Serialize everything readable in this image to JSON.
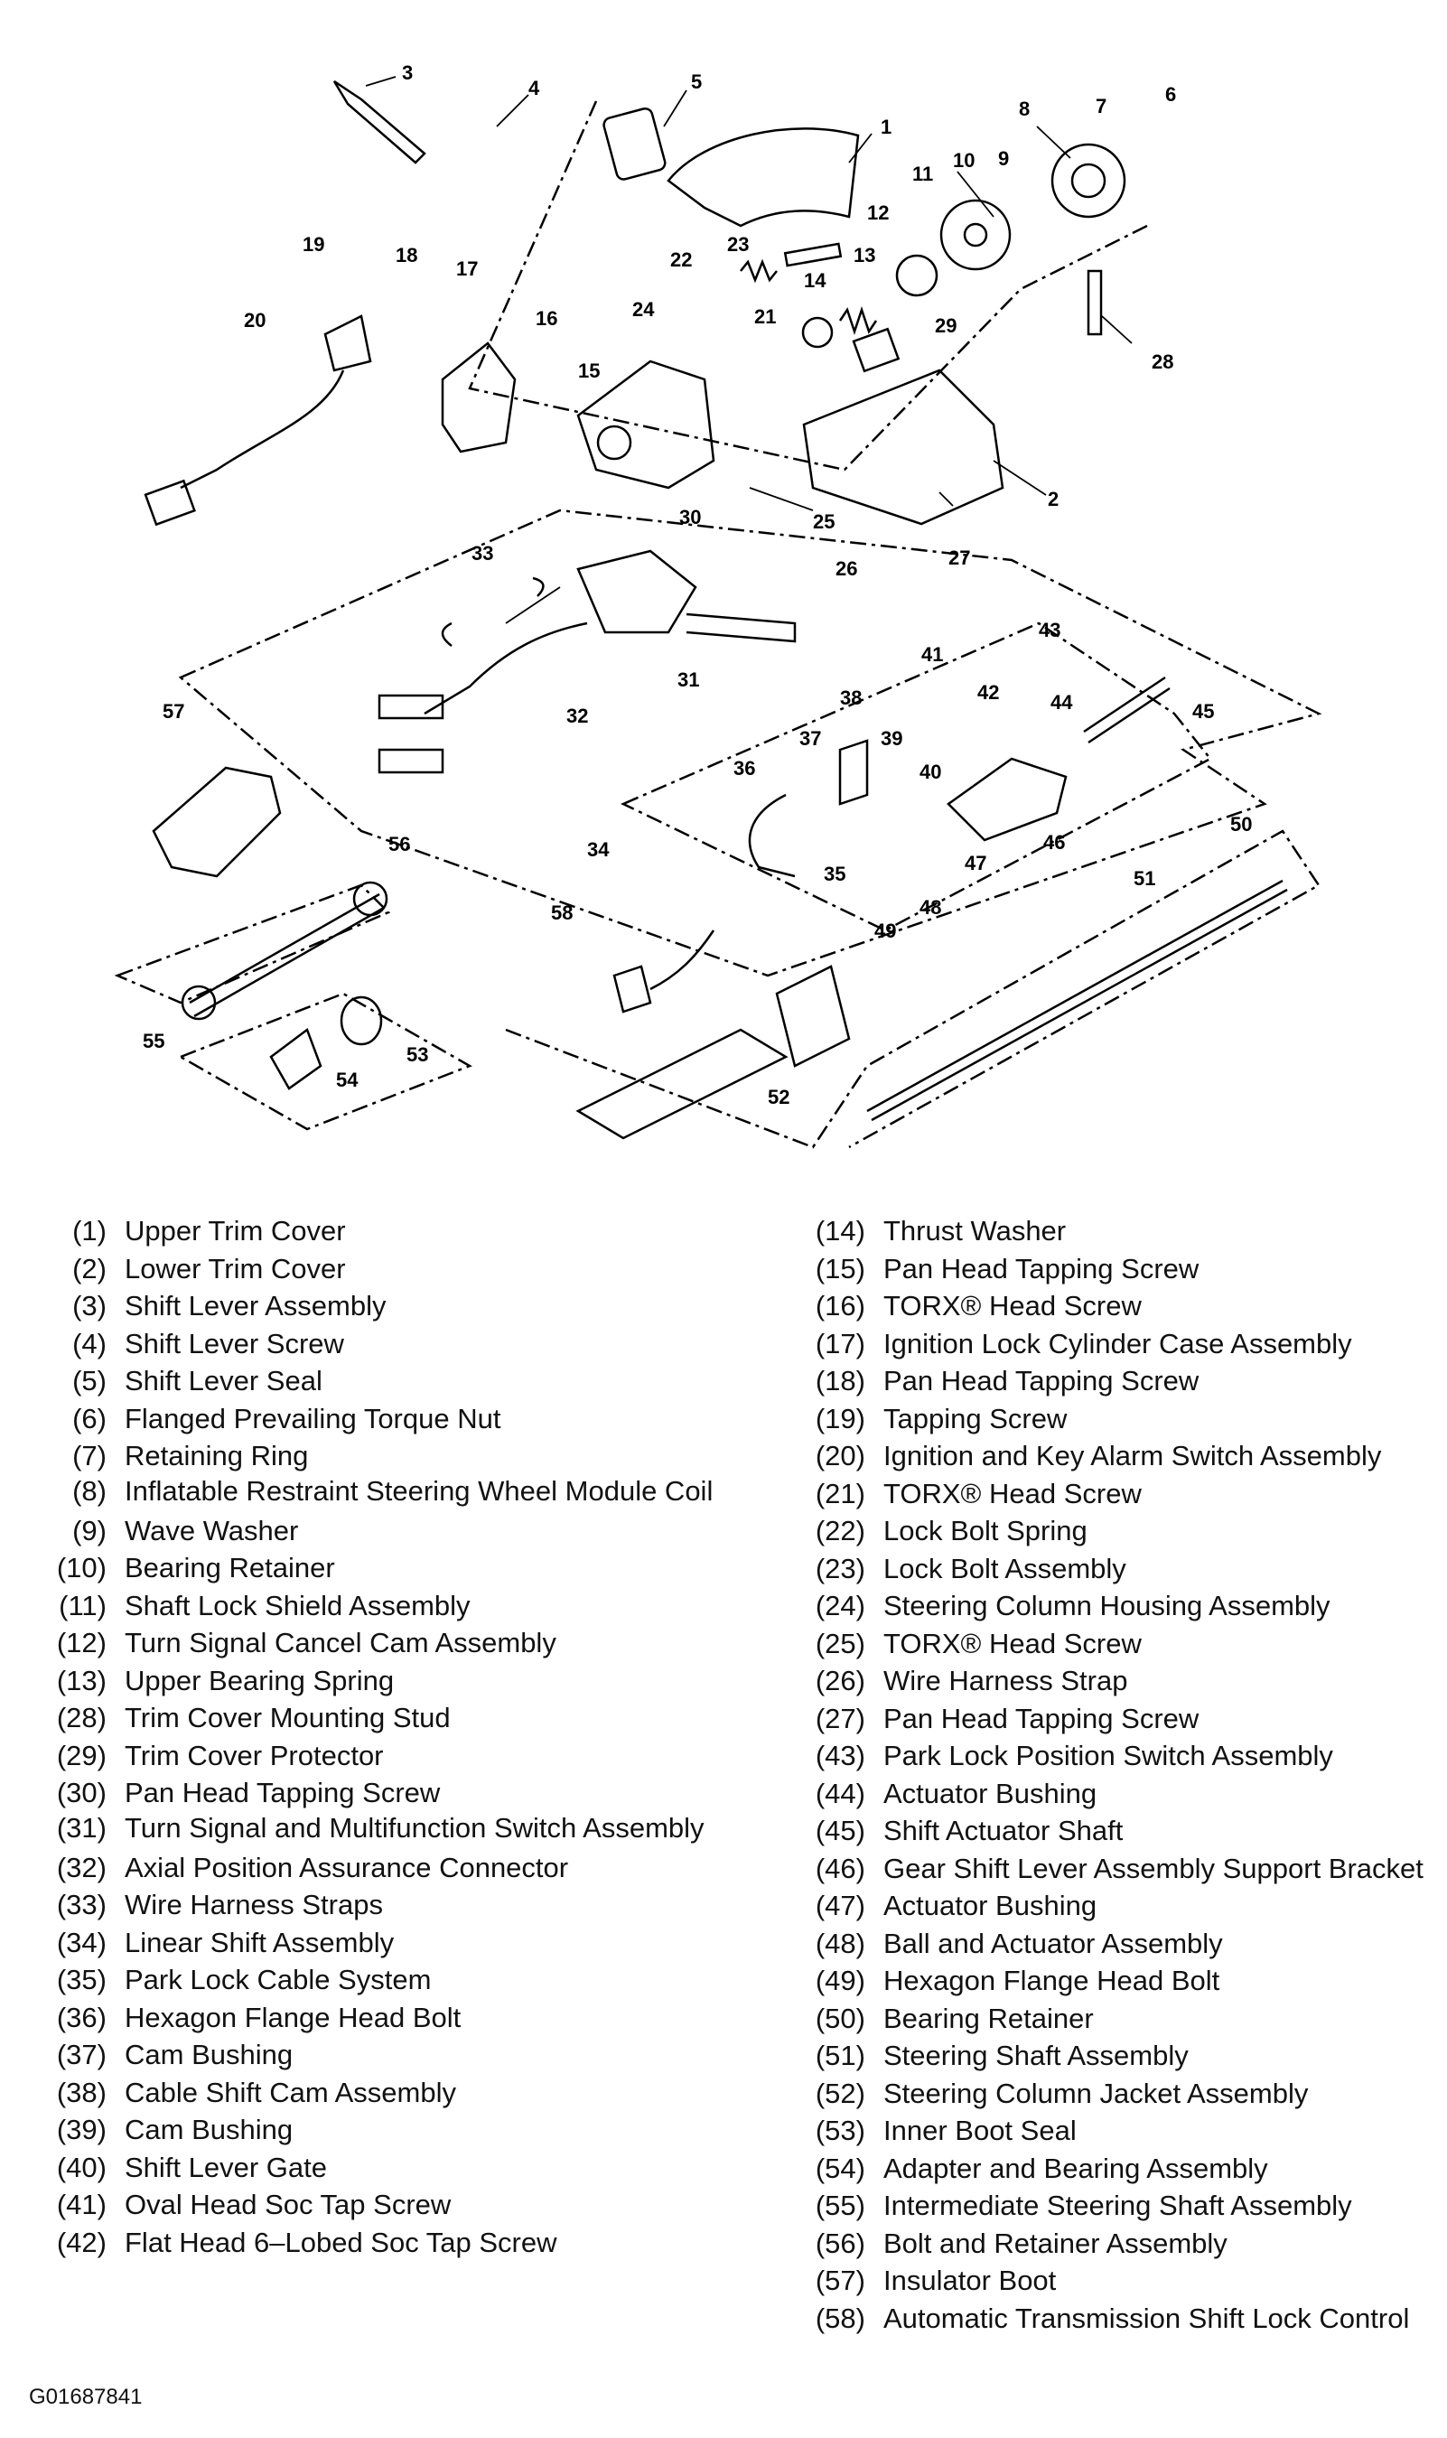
{
  "figure_id": "G01687841",
  "callouts": [
    "1",
    "2",
    "3",
    "4",
    "5",
    "6",
    "7",
    "8",
    "9",
    "10",
    "11",
    "12",
    "13",
    "14",
    "15",
    "16",
    "17",
    "18",
    "19",
    "20",
    "21",
    "22",
    "23",
    "24",
    "25",
    "26",
    "27",
    "28",
    "29",
    "30",
    "31",
    "32",
    "33",
    "34",
    "35",
    "36",
    "37",
    "38",
    "39",
    "40",
    "41",
    "42",
    "43",
    "44",
    "45",
    "46",
    "47",
    "48",
    "49",
    "50",
    "51",
    "52",
    "53",
    "54",
    "55",
    "56",
    "57",
    "58"
  ],
  "legend_left": [
    {
      "num": "(1)",
      "label": "Upper Trim Cover"
    },
    {
      "num": "(2)",
      "label": "Lower Trim Cover"
    },
    {
      "num": "(3)",
      "label": "Shift Lever Assembly"
    },
    {
      "num": "(4)",
      "label": "Shift Lever Screw"
    },
    {
      "num": "(5)",
      "label": "Shift Lever Seal"
    },
    {
      "num": "(6)",
      "label": "Flanged Prevailing Torque Nut"
    },
    {
      "num": "(7)",
      "label": "Retaining Ring"
    },
    {
      "num": "(8)",
      "label": "Inflatable Restraint Steering Wheel Module Coil"
    },
    {
      "num": "(9)",
      "label": "Wave Washer"
    },
    {
      "num": "(10)",
      "label": "Bearing Retainer"
    },
    {
      "num": "(11)",
      "label": "Shaft Lock Shield Assembly"
    },
    {
      "num": "(12)",
      "label": "Turn Signal Cancel Cam Assembly"
    },
    {
      "num": "(13)",
      "label": "Upper Bearing Spring"
    },
    {
      "num": "(28)",
      "label": "Trim Cover Mounting Stud"
    },
    {
      "num": "(29)",
      "label": "Trim Cover Protector"
    },
    {
      "num": "(30)",
      "label": "Pan Head Tapping Screw"
    },
    {
      "num": "(31)",
      "label": "Turn Signal and Multifunction Switch Assembly"
    },
    {
      "num": "(32)",
      "label": "Axial Position Assurance Connector"
    },
    {
      "num": "(33)",
      "label": "Wire Harness Straps"
    },
    {
      "num": "(34)",
      "label": "Linear Shift Assembly"
    },
    {
      "num": "(35)",
      "label": "Park Lock Cable System"
    },
    {
      "num": "(36)",
      "label": "Hexagon Flange Head Bolt"
    },
    {
      "num": "(37)",
      "label": "Cam Bushing"
    },
    {
      "num": "(38)",
      "label": "Cable Shift Cam Assembly"
    },
    {
      "num": "(39)",
      "label": "Cam Bushing"
    },
    {
      "num": "(40)",
      "label": "Shift Lever Gate"
    },
    {
      "num": "(41)",
      "label": "Oval Head Soc Tap Screw"
    },
    {
      "num": "(42)",
      "label": "Flat Head 6–Lobed Soc Tap Screw"
    }
  ],
  "legend_right": [
    {
      "num": "(14)",
      "label": "Thrust Washer"
    },
    {
      "num": "(15)",
      "label": "Pan Head Tapping Screw"
    },
    {
      "num": "(16)",
      "label": "TORX® Head Screw"
    },
    {
      "num": "(17)",
      "label": "Ignition Lock Cylinder Case Assembly"
    },
    {
      "num": "(18)",
      "label": "Pan Head Tapping Screw"
    },
    {
      "num": "(19)",
      "label": "Tapping Screw"
    },
    {
      "num": "(20)",
      "label": "Ignition and Key Alarm Switch Assembly"
    },
    {
      "num": "(21)",
      "label": "TORX® Head Screw"
    },
    {
      "num": "(22)",
      "label": "Lock Bolt Spring"
    },
    {
      "num": "(23)",
      "label": "Lock Bolt Assembly"
    },
    {
      "num": "(24)",
      "label": "Steering Column Housing Assembly"
    },
    {
      "num": "(25)",
      "label": "TORX® Head Screw"
    },
    {
      "num": "(26)",
      "label": "Wire Harness Strap"
    },
    {
      "num": "(27)",
      "label": "Pan Head Tapping Screw"
    },
    {
      "num": "(43)",
      "label": "Park Lock Position Switch Assembly"
    },
    {
      "num": "(44)",
      "label": "Actuator Bushing"
    },
    {
      "num": "(45)",
      "label": "Shift Actuator Shaft"
    },
    {
      "num": "(46)",
      "label": "Gear Shift Lever Assembly Support Bracket"
    },
    {
      "num": "(47)",
      "label": "Actuator Bushing"
    },
    {
      "num": "(48)",
      "label": "Ball and Actuator Assembly"
    },
    {
      "num": "(49)",
      "label": "Hexagon Flange Head Bolt"
    },
    {
      "num": "(50)",
      "label": "Bearing Retainer"
    },
    {
      "num": "(51)",
      "label": "Steering Shaft Assembly"
    },
    {
      "num": "(52)",
      "label": "Steering Column Jacket Assembly"
    },
    {
      "num": "(53)",
      "label": "Inner Boot Seal"
    },
    {
      "num": "(54)",
      "label": "Adapter and Bearing Assembly"
    },
    {
      "num": "(55)",
      "label": "Intermediate Steering Shaft Assembly"
    },
    {
      "num": "(56)",
      "label": "Bolt and Retainer Assembly"
    },
    {
      "num": "(57)",
      "label": "Insulator Boot"
    },
    {
      "num": "(58)",
      "label": "Automatic Transmission Shift Lock Control"
    }
  ]
}
